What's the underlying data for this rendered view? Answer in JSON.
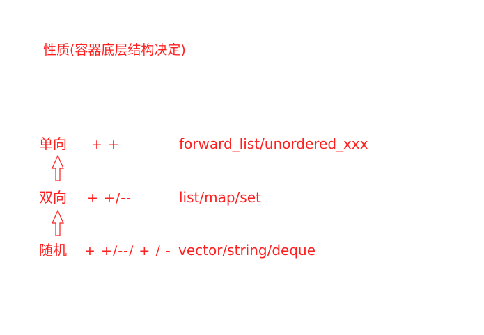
{
  "title": "性质(容器底层结构决定)",
  "rows": [
    {
      "category": "单向",
      "ops": "+ +",
      "examples": "forward_list/unordered_xxx"
    },
    {
      "category": "双向",
      "ops": "+ +/--",
      "examples": "list/map/set"
    },
    {
      "category": "随机",
      "ops": "+ +/--/ + / -",
      "examples": "vector/string/deque"
    }
  ],
  "colors": {
    "text": "#ff1f1f",
    "arrow": "#ff1f1f"
  },
  "arrows": [
    "up-arrow-icon",
    "up-arrow-icon"
  ]
}
